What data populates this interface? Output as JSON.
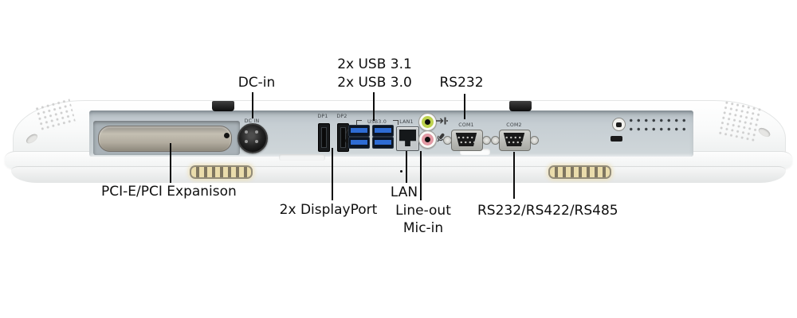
{
  "callouts": {
    "dc_in": "DC-in",
    "usb_line1": "2x USB 3.1",
    "usb_line2": "2x USB 3.0",
    "rs232": "RS232",
    "pci_expansion": "PCI-E/PCI Expanison",
    "displayport": "2x DisplayPort",
    "lan": "LAN",
    "line_out": "Line-out",
    "mic_in": "Mic-in",
    "serial_combo": "RS232/RS422/RS485"
  },
  "port_labels": {
    "dc_in": "DC IN",
    "dp1": "DP1",
    "dp2": "DP2",
    "usb": "USB3.0",
    "lan": "LAN1",
    "com1": "COM1",
    "com2": "COM2"
  },
  "icons": {
    "line_out": "arrow-out-jack-icon",
    "mic_in": "microphone-icon",
    "standby": "arc-icon"
  },
  "colors": {
    "usb_blue": "#2e6cd4",
    "line_out_green": "#bdd24e",
    "mic_in_pink": "#e29aa4",
    "led_amber": "#eadcab",
    "io_panel_gray": "#c6ced3",
    "callout_text": "#0f0f0f"
  }
}
